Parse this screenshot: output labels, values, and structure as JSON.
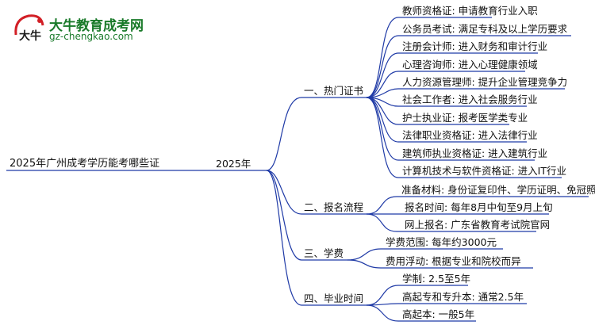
{
  "header": {
    "brand_name": "大牛教育成考网",
    "site_url": "gz-chengkao.com",
    "logo_text": "大牛"
  },
  "mindmap": {
    "root": "2025年广州成考学历能考哪些证",
    "hub": "2025年",
    "branches": [
      {
        "label": "一、热门证书",
        "children": [
          "教师资格证: 申请教育行业入职",
          "公务员考试: 满足专科及以上学历要求",
          "注册会计师: 进入财务和审计行业",
          "心理咨询师: 进入心理健康领域",
          "人力资源管理师: 提升企业管理竞争力",
          "社会工作者: 进入社会服务行业",
          "护士执业证: 报考医学类专业",
          "法律职业资格证: 进入法律行业",
          "建筑师执业资格证: 进入建筑行业",
          "计算机技术与软件资格证: 进入IT行业"
        ]
      },
      {
        "label": "二、报名流程",
        "children": [
          "准备材料: 身份证复印件、学历证明、免冠照片",
          "报名时间: 每年8月中旬至9月上旬",
          "网上报名: 广东省教育考试院官网"
        ]
      },
      {
        "label": "三、学费",
        "children": [
          "学费范围: 每年约3000元",
          "费用浮动: 根据专业和院校而异"
        ]
      },
      {
        "label": "四、毕业时间",
        "children": [
          "学制: 2.5至5年",
          "高起专和专升本: 通常2.5年",
          "高起本: 一般5年"
        ]
      }
    ]
  },
  "colors": {
    "line": "#1f3aa6",
    "brand": "#1a7a2a",
    "logo_red": "#d21f26"
  }
}
